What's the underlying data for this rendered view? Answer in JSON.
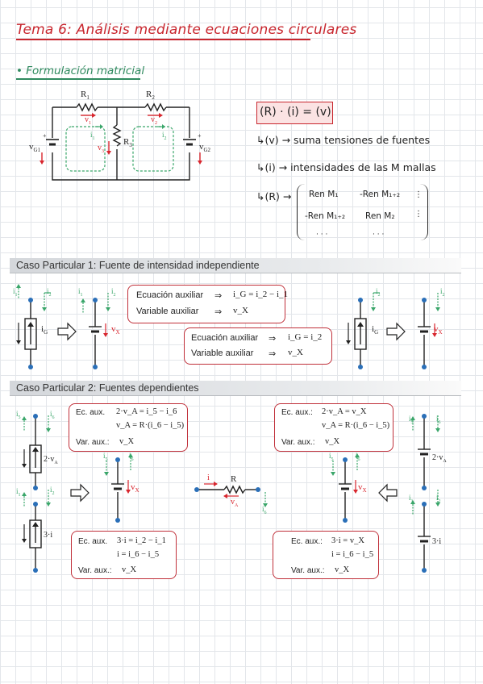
{
  "header": {
    "title": "Tema 6: Análisis mediante ecuaciones circulares",
    "subtitle": "Formulación matricial"
  },
  "circuit": {
    "labels": {
      "r1": "R",
      "r1_sub": "1",
      "r2": "R",
      "r2_sub": "2",
      "r3": "R",
      "r3_sub": "3",
      "vg1": "v",
      "vg1_sub": "G1",
      "vg2": "v",
      "vg2_sub": "G2",
      "v1": "v",
      "v1_sub": "1",
      "v2": "v",
      "v2_sub": "2",
      "v3": "v",
      "v3_sub": "3",
      "i1": "i",
      "i1_sub": "1",
      "i2": "i",
      "i2_sub": "2"
    }
  },
  "matrix_notes": {
    "equation": "(R) · (i) = (v)",
    "line_v": "↳(v) → suma tensiones de fuentes",
    "line_i": "↳(i) → intensidades de las M mallas",
    "line_r": "↳(R) →",
    "m11": "Ren M₁",
    "m12": "-Ren M₁₊₂",
    "m21": "-Ren M₁₊₂",
    "m22": "Ren M₂",
    "dots": "· · ·",
    "vdots": "⋮"
  },
  "case1": {
    "heading": "Caso Particular 1: Fuente de intensidad independiente",
    "box1": {
      "eq_label": "Ecuación auxiliar",
      "eq_arrow": "⇒",
      "eq_value": "i_G = i_2 − i_1",
      "var_label": "Variable auxiliar",
      "var_arrow": "⇒",
      "var_value": "v_X"
    },
    "box2": {
      "eq_label": "Ecuación auxiliar",
      "eq_arrow": "⇒",
      "eq_value": "i_G = i_2",
      "var_label": "Variable auxiliar",
      "var_arrow": "⇒",
      "var_value": "v_X"
    },
    "labels": {
      "i1": "i",
      "i1_sub": "1",
      "i2": "i",
      "i2_sub": "2",
      "ig": "i",
      "ig_sub": "G",
      "vx": "v",
      "vx_sub": "X"
    }
  },
  "case2": {
    "heading": "Caso Particular 2: Fuentes dependientes",
    "top_left": {
      "ec_label": "Ec. aux.",
      "ec_line1": "2·v_A = i_5 − i_6",
      "ec_line2": "v_A = R·(i_6 − i_5)",
      "var_label": "Var. aux.:",
      "var_value": "v_X"
    },
    "top_right": {
      "ec_label": "Ec. aux.:",
      "ec_line1": "2·v_A = v_X",
      "ec_line2": "v_A = R·(i_6 − i_5)",
      "var_label": "Var. aux.:",
      "var_value": "v_X"
    },
    "bottom_left": {
      "ec_label": "Ec. aux.",
      "ec_line1": "3·i = i_2 − i_1",
      "ec_line2": "i = i_6 − i_5",
      "var_label": "Var. aux.:",
      "var_value": "v_X"
    },
    "bottom_right": {
      "ec_label": "Ec. aux.:",
      "ec_line1": "3·i = v_X",
      "ec_line2": "i = i_6 − i_5",
      "var_label": "Var. aux.:",
      "var_value": "v_X"
    },
    "labels": {
      "src_top": "2·v",
      "src_top_sub": "A",
      "src_bot": "3·i",
      "res": "R",
      "i": "i",
      "va": "v",
      "va_sub": "A",
      "vx": "v",
      "vx_sub": "X",
      "i1": "i",
      "i1_sub": "1",
      "i2": "i",
      "i2_sub": "2",
      "i5": "i",
      "i5_sub": "5",
      "i6": "i",
      "i6_sub": "6"
    }
  },
  "colors": {
    "title_red": "#c8262e",
    "subtitle_green": "#2f8a5e",
    "mesh_green": "#3aa66a",
    "arrow_red": "#d8262e",
    "node_blue": "#2a6fb8"
  }
}
